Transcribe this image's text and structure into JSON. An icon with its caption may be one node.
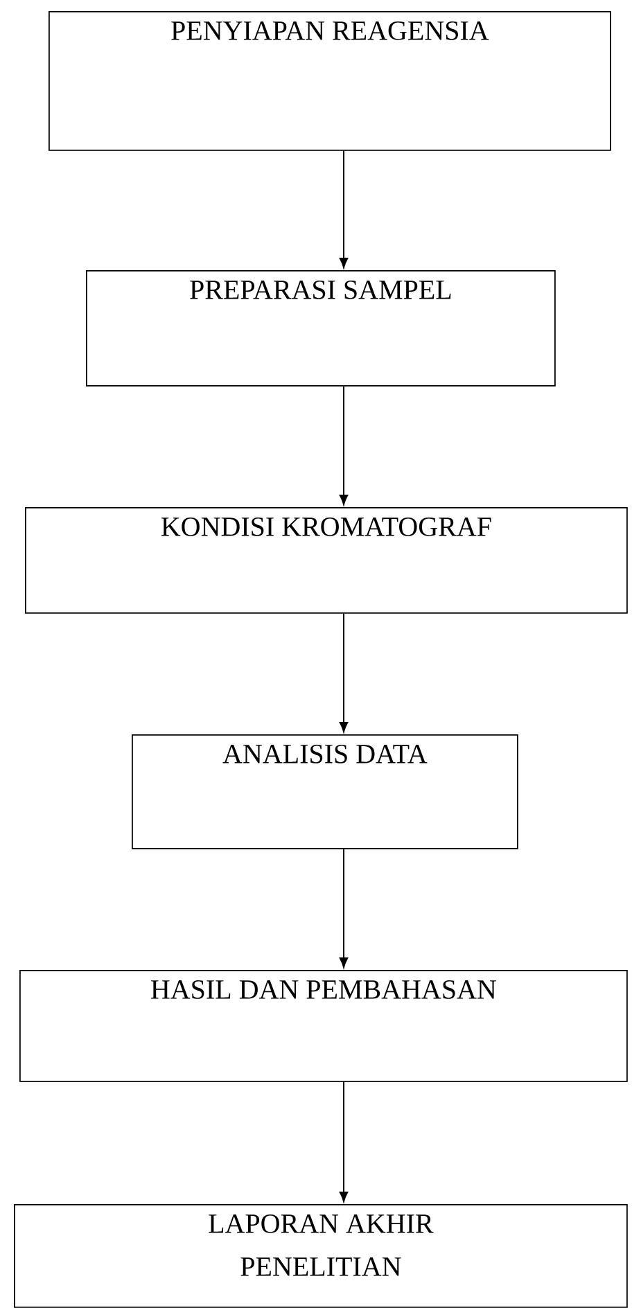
{
  "diagram": {
    "nodes": [
      {
        "text": [
          "PENYIAPAN REAGENSIA"
        ]
      },
      {
        "text": [
          "PREPARASI SAMPEL"
        ]
      },
      {
        "text": [
          "KONDISI KROMATOGRAF"
        ]
      },
      {
        "text": [
          "ANALISIS DATA"
        ]
      },
      {
        "text": [
          "HASIL DAN PEMBAHASAN"
        ]
      },
      {
        "text": [
          "LAPORAN AKHIR PENELITIAN"
        ]
      }
    ],
    "edges": [
      {
        "from": 0,
        "to": 1,
        "arrow": "to"
      },
      {
        "from": 1,
        "to": 2,
        "arrow": "to"
      },
      {
        "from": 2,
        "to": 3,
        "arrow": "to"
      },
      {
        "from": 3,
        "to": 4,
        "arrow": "to"
      },
      {
        "from": 4,
        "to": 5,
        "arrow": "to"
      }
    ]
  }
}
